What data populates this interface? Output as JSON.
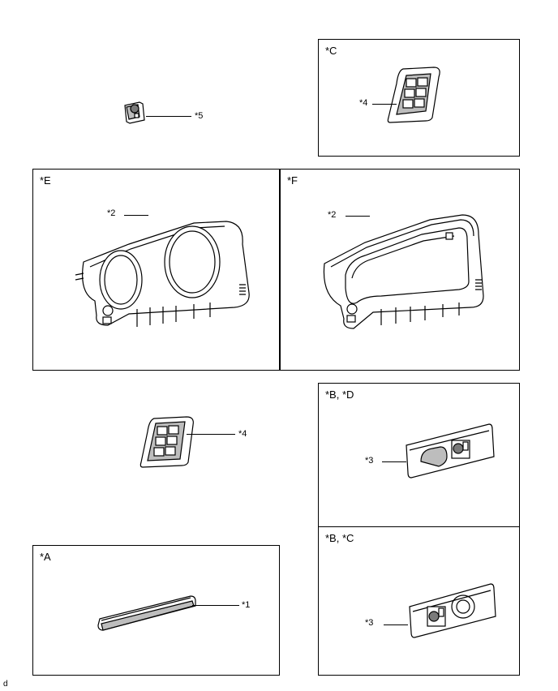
{
  "panels": {
    "c_top": {
      "tag": "*C"
    },
    "e": {
      "tag": "*E"
    },
    "f": {
      "tag": "*F"
    },
    "bd": {
      "tag": "*B, *D"
    },
    "bc": {
      "tag": "*B, *C"
    },
    "a": {
      "tag": "*A"
    }
  },
  "callouts": {
    "c5": "*5",
    "c4_top": "*4",
    "c2_e": "*2",
    "c2_f": "*2",
    "c4_mid": "*4",
    "c3_bd": "*3",
    "c3_bc": "*3",
    "c1": "*1"
  },
  "footer": {
    "id": "d"
  }
}
